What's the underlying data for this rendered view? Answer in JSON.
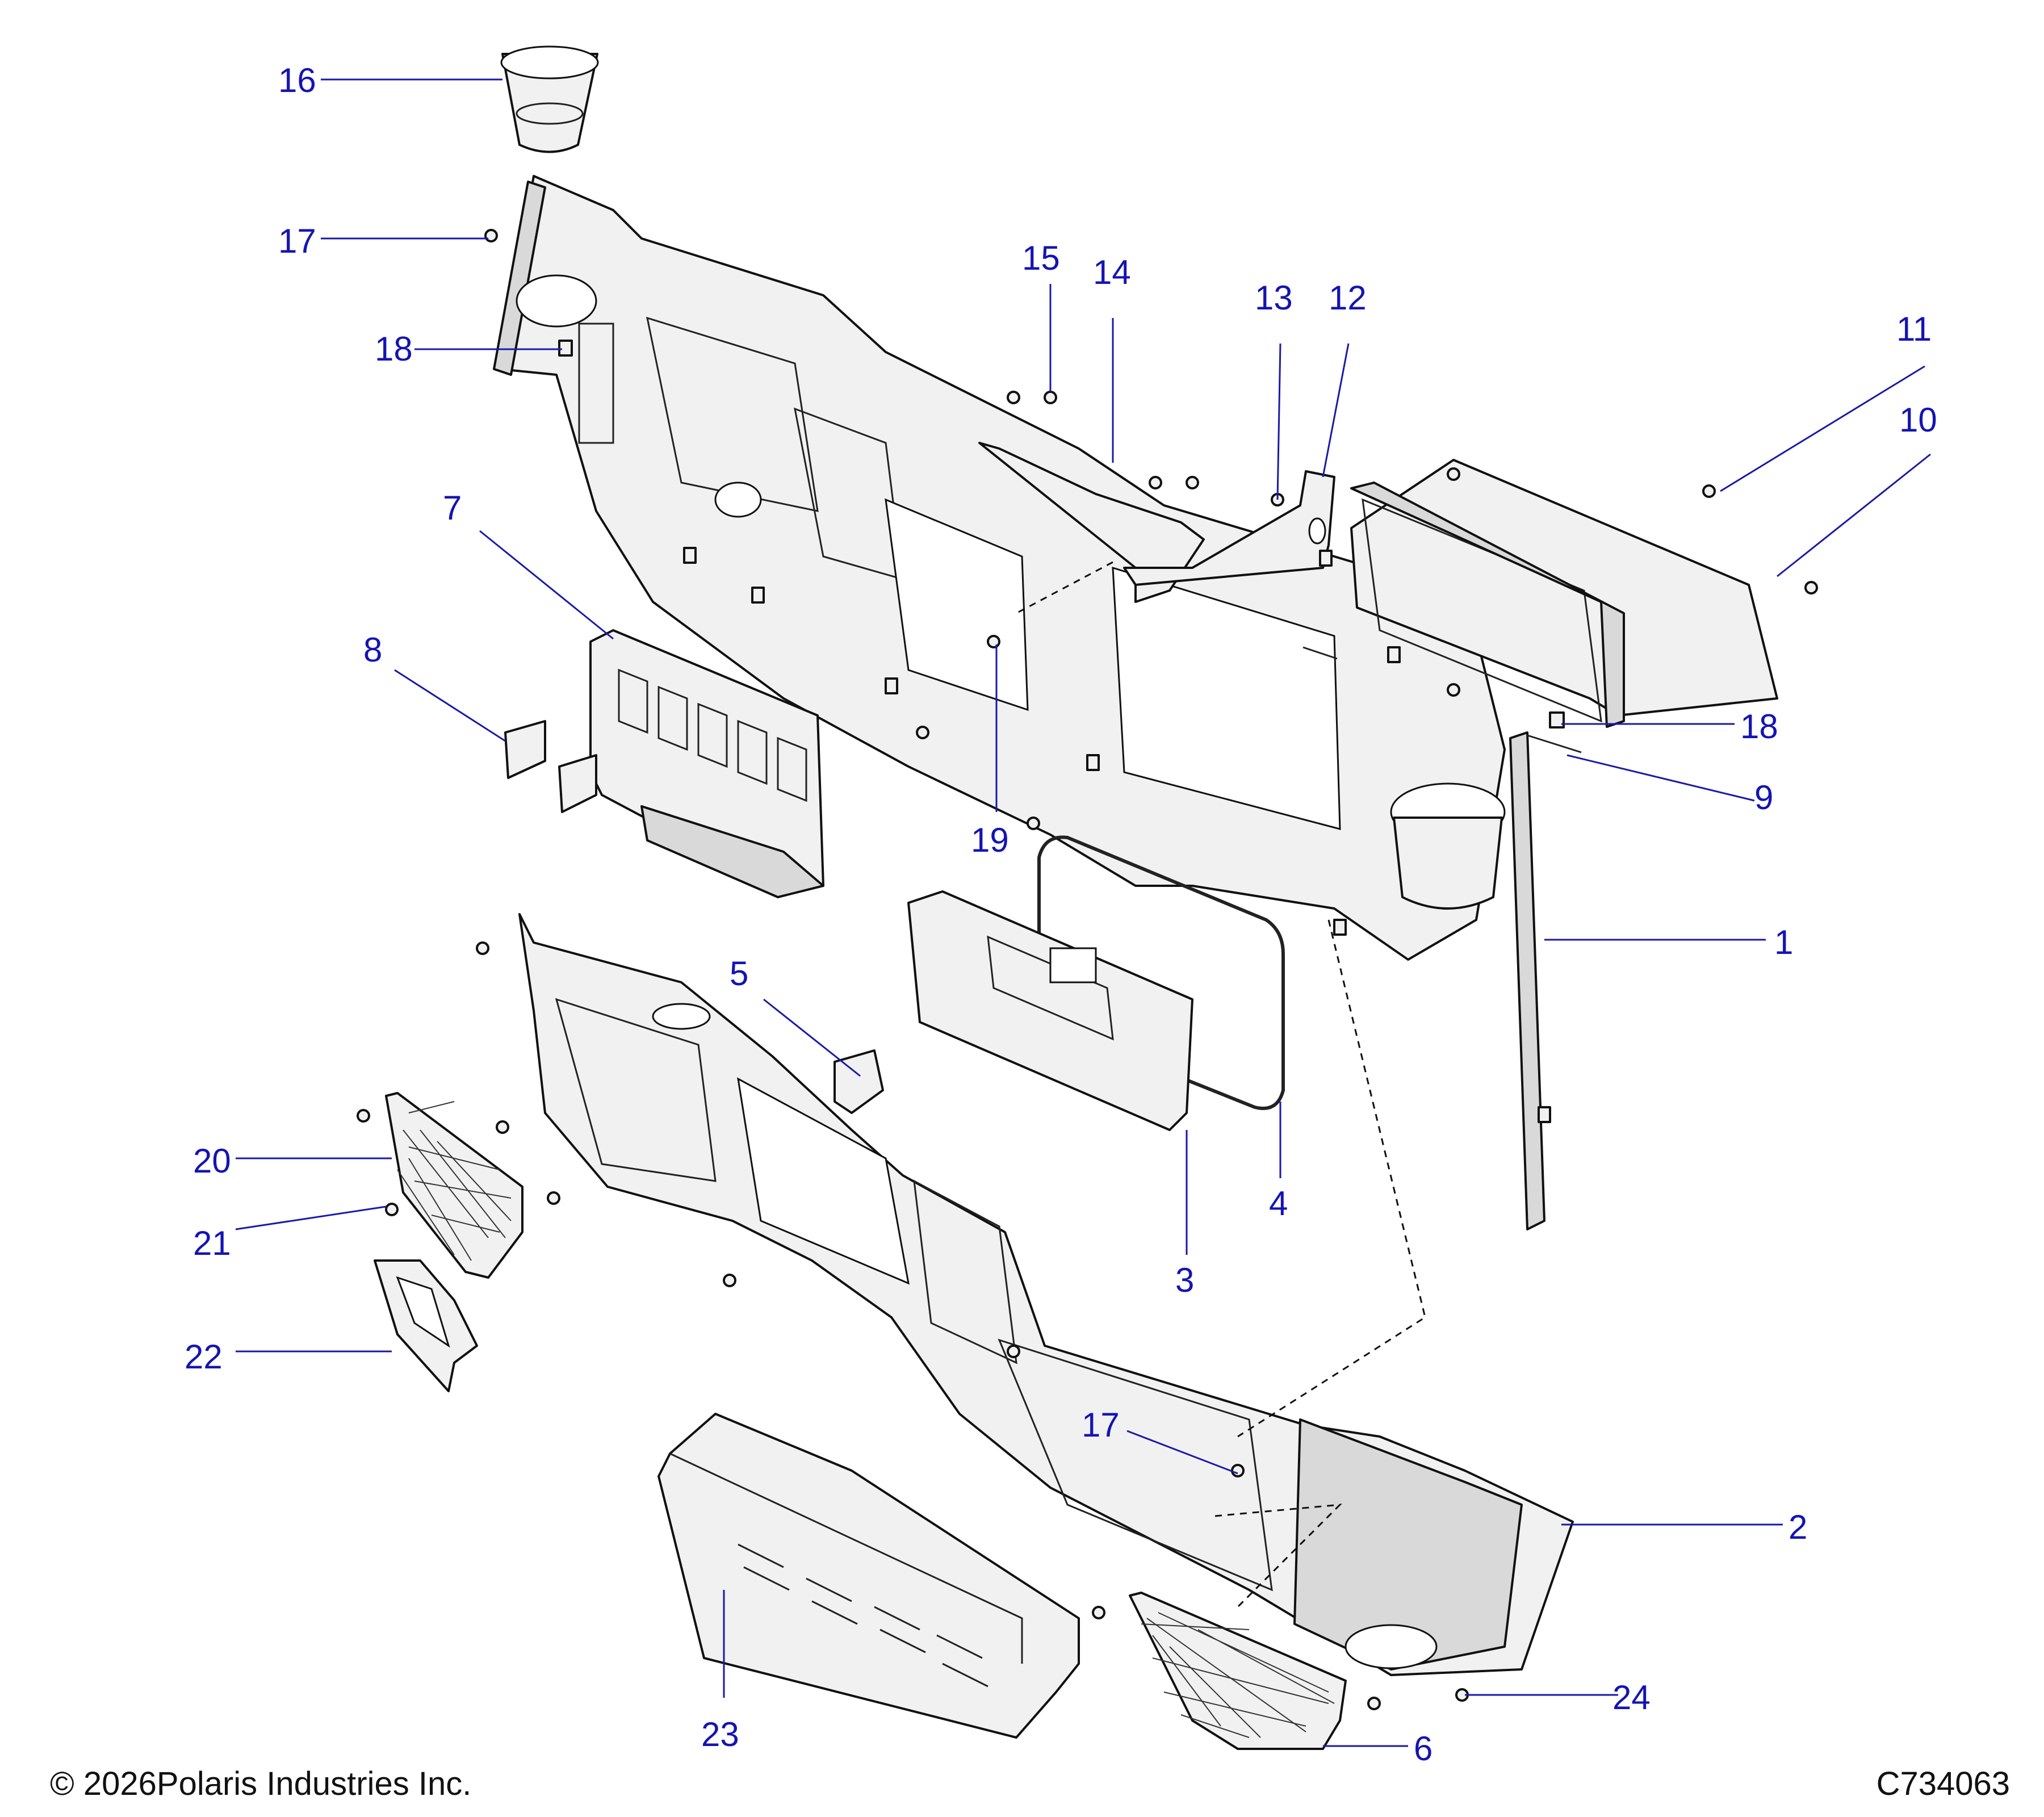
{
  "diagram": {
    "callouts": [
      "1",
      "2",
      "3",
      "4",
      "5",
      "6",
      "7",
      "8",
      "9",
      "10",
      "11",
      "12",
      "13",
      "14",
      "15",
      "16",
      "17",
      "17",
      "18",
      "18",
      "19",
      "20",
      "21",
      "22",
      "23",
      "24"
    ],
    "copyright": "© 2026Polaris Industries Inc.",
    "figure_id": "C734063"
  }
}
